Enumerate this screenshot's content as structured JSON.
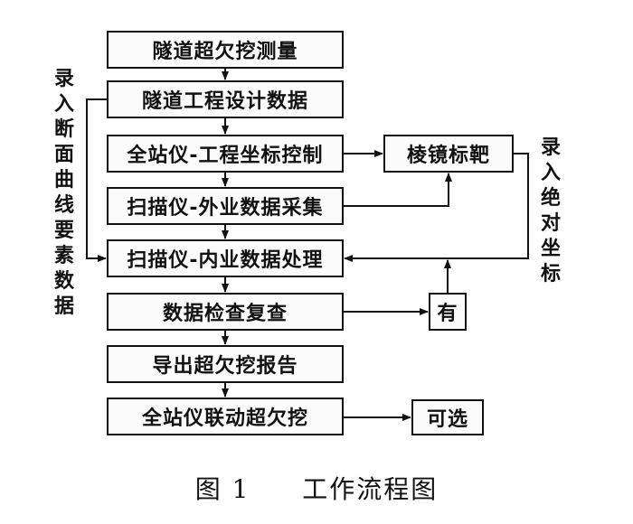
{
  "flowchart": {
    "steps": [
      "隧道超欠挖测量",
      "隧道工程设计数据",
      "全站仪-工程坐标控制",
      "扫描仪-外业数据采集",
      "扫描仪-内业数据处理",
      "数据检查复查",
      "导出超欠挖报告",
      "全站仪联动超欠挖"
    ],
    "side_boxes": {
      "prism_target": "棱镜标靶",
      "has": "有",
      "optional": "可选"
    },
    "left_label": "录入断面曲线要素数据",
    "right_label": "录入绝对坐标"
  },
  "caption": {
    "number": "图 1",
    "title": "工作流程图"
  }
}
